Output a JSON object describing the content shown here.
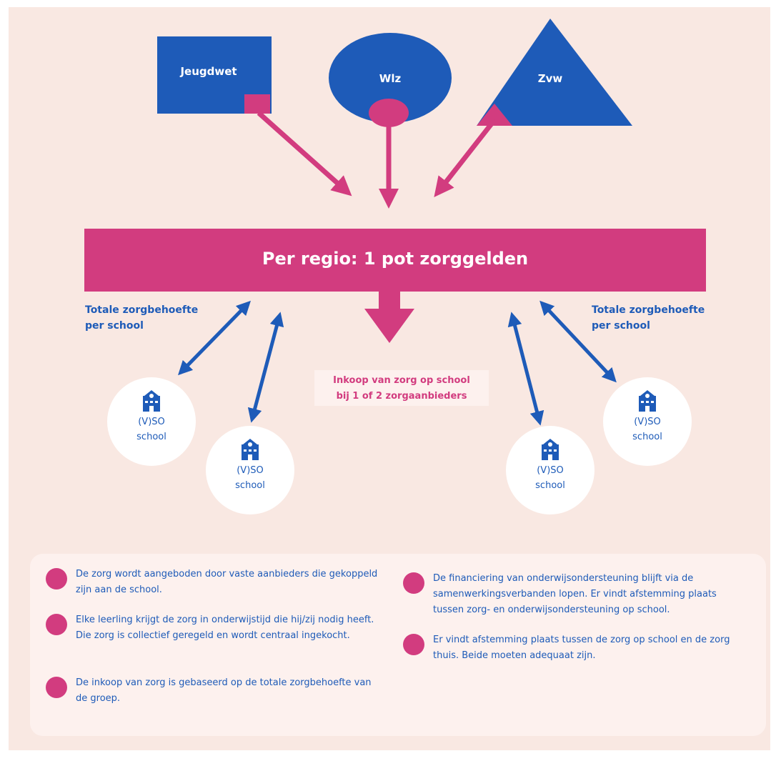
{
  "diagram": {
    "sources": [
      {
        "label": "Jeugdwet",
        "shape": "square"
      },
      {
        "label": "Wlz",
        "shape": "ellipse"
      },
      {
        "label": "Zvw",
        "shape": "triangle"
      }
    ],
    "pot": "Per regio: 1 pot zorggelden",
    "demand_left": "Totale zorgbehoefte per school",
    "demand_right": "Totale zorgbehoefte per school",
    "inkoop": [
      "Inkoop van zorg op school",
      "bij 1 of 2 zorgaanbieders"
    ],
    "schools": [
      {
        "line1": "(V)SO",
        "line2": "school",
        "icon": "school-building-icon"
      },
      {
        "line1": "(V)SO",
        "line2": "school",
        "icon": "school-building-icon"
      },
      {
        "line1": "(V)SO",
        "line2": "school",
        "icon": "school-building-icon"
      },
      {
        "line1": "(V)SO",
        "line2": "school",
        "icon": "school-building-icon"
      }
    ]
  },
  "notes_left": [
    "De zorg wordt aangeboden door vaste aanbieders die gekoppeld zijn aan de school.",
    "Elke leerling krijgt de zorg in onderwijstijd die hij/zij nodig heeft. Die zorg is collectief geregeld en wordt centraal ingekocht.",
    "De inkoop van zorg is gebaseerd op de totale zorgbehoefte van de groep."
  ],
  "notes_right": [
    "De financiering van onderwijsondersteuning blijft via de samenwerkingsverbanden lopen. Er vindt afstemming plaats tussen zorg- en onderwijsondersteuning op school.",
    "Er vindt afstemming plaats tussen de zorg op school en de zorg thuis. Beide moeten adequaat zijn."
  ],
  "colors": {
    "blue": "#1e5bb8",
    "pink": "#d23c7f",
    "background": "#f9e8e2",
    "panel": "#fdf1ee"
  }
}
